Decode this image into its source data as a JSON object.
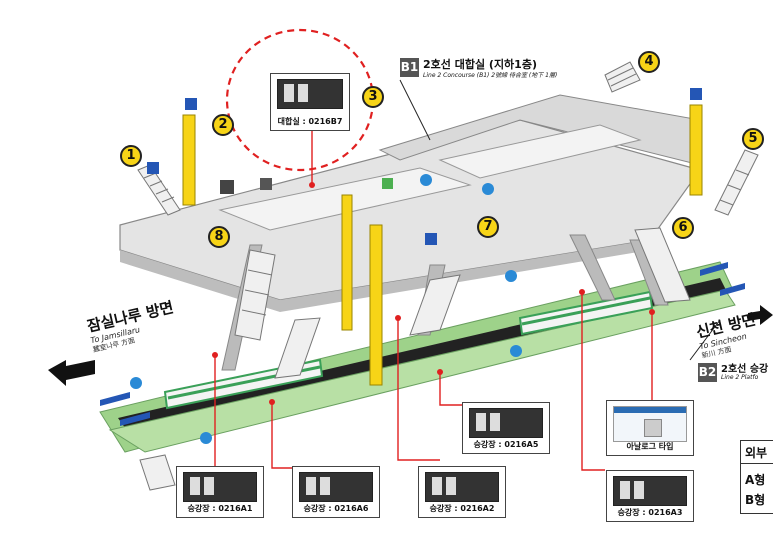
{
  "concourse": {
    "level_badge": "B1",
    "title": "2호선 대합실 (지하1층)",
    "subtitle": "Line 2 Concourse (B1) 2號線 待合室 (地下 1層)"
  },
  "platform": {
    "level_badge": "B2",
    "title": "2호선 승강",
    "subtitle": "Line 2 Platfo"
  },
  "directions": {
    "left": {
      "korean": "잠실나루 방면",
      "english": "To Jamsillaru",
      "hanja": "蠶室나루 方面"
    },
    "right": {
      "korean": "신천 방면",
      "english": "To Sincheon",
      "hanja": "新川 方面"
    }
  },
  "exit_numbers": [
    "1",
    "2",
    "3",
    "4",
    "5",
    "6",
    "7",
    "8"
  ],
  "cameras": [
    {
      "id": "concourse-cam",
      "caption": "대합실 : 0216B7"
    },
    {
      "id": "platform-cam-a5",
      "caption": "승강장 : 0216A5"
    },
    {
      "id": "analog-type",
      "caption": "아날로그 타입"
    },
    {
      "id": "platform-cam-a1",
      "caption": "승강장 : 0216A1"
    },
    {
      "id": "platform-cam-a6",
      "caption": "승강장 : 0216A6"
    },
    {
      "id": "platform-cam-a2",
      "caption": "승강장 : 0216A2"
    },
    {
      "id": "platform-cam-a3",
      "caption": "승강장 : 0216A3"
    }
  ],
  "legend_box": {
    "title": "외부",
    "line_a": "A형",
    "line_b": "B형"
  },
  "colors": {
    "platform_green": "#9ed28a",
    "concourse_gray": "#e4e4e4",
    "pillar_yellow": "#f7d417",
    "callout_red": "#e02020",
    "train_green": "#3aa058",
    "exit_yellow": "#f7d417"
  }
}
